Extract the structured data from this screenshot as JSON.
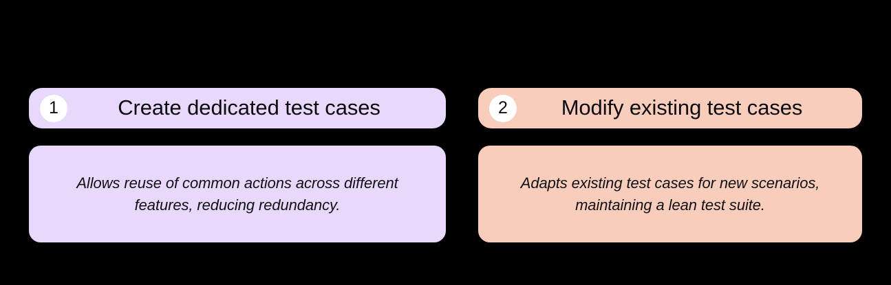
{
  "background_color": "#000000",
  "columns": [
    {
      "id": "create-dedicated-test-cases",
      "number": "1",
      "title": "Create dedicated test cases",
      "description": "Allows reuse of common actions across different features, reducing redundancy.",
      "accent_color": "#E8D8FB",
      "badge_color": "#FFFFFF",
      "text_color": "#0d0b0f"
    },
    {
      "id": "modify-existing-test-cases",
      "number": "2",
      "title": "Modify existing test cases",
      "description": "Adapts existing test cases for new scenarios, maintaining a lean test suite.",
      "accent_color": "#F8CDBC",
      "badge_color": "#FFFFFF",
      "text_color": "#0d0b0f"
    }
  ]
}
